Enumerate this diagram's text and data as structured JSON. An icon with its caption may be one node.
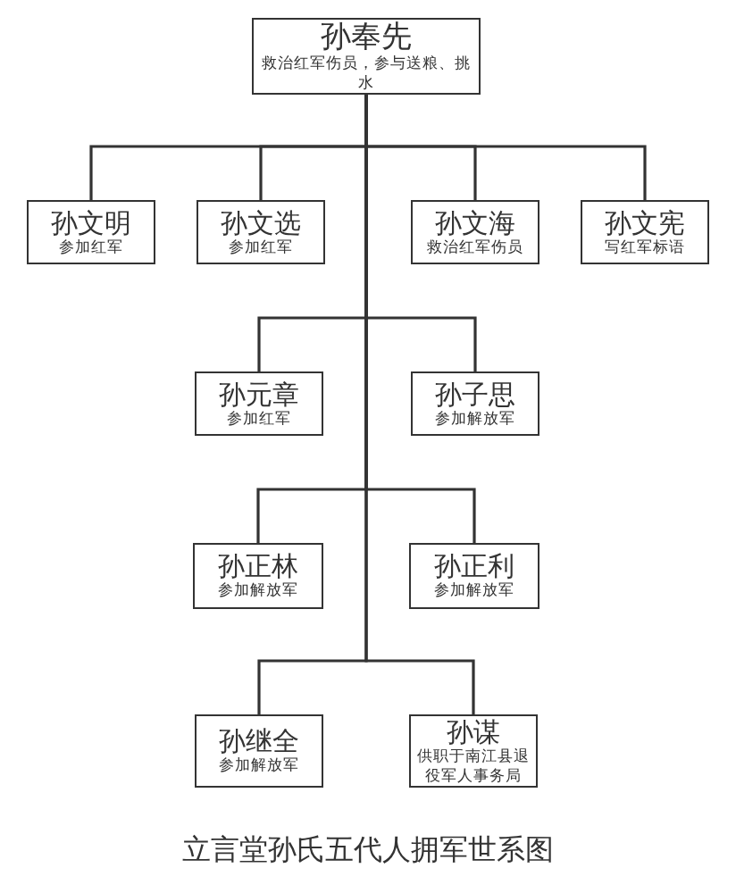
{
  "diagram": {
    "caption": "立言堂孙氏五代人拥军世系图",
    "nodes": [
      {
        "text": [
          "孙奉先",
          "救治红军伤员，参与送粮、挑水"
        ]
      },
      {
        "text": [
          "孙文明",
          "参加红军"
        ]
      },
      {
        "text": [
          "孙文选",
          "参加红军"
        ]
      },
      {
        "text": [
          "孙文海",
          "救治红军伤员"
        ]
      },
      {
        "text": [
          "孙文宪",
          "写红军标语"
        ]
      },
      {
        "text": [
          "孙元章",
          "参加红军"
        ]
      },
      {
        "text": [
          "孙子思",
          "参加解放军"
        ]
      },
      {
        "text": [
          "孙正林",
          "参加解放军"
        ]
      },
      {
        "text": [
          "孙正利",
          "参加解放军"
        ]
      },
      {
        "text": [
          "孙继全",
          "参加解放军"
        ]
      },
      {
        "text": [
          "孙谋",
          "供职于南江县退役军人事务局"
        ]
      }
    ],
    "edges": [
      {
        "from": 0,
        "to": 1,
        "arrow": "none"
      },
      {
        "from": 0,
        "to": 2,
        "arrow": "none"
      },
      {
        "from": 0,
        "to": 3,
        "arrow": "none"
      },
      {
        "from": 0,
        "to": 4,
        "arrow": "none"
      },
      {
        "from": 0,
        "to": 5,
        "arrow": "none"
      },
      {
        "from": 0,
        "to": 6,
        "arrow": "none"
      },
      {
        "from": 0,
        "to": 7,
        "arrow": "none"
      },
      {
        "from": 0,
        "to": 8,
        "arrow": "none"
      },
      {
        "from": 0,
        "to": 9,
        "arrow": "none"
      },
      {
        "from": 0,
        "to": 10,
        "arrow": "none"
      }
    ]
  }
}
